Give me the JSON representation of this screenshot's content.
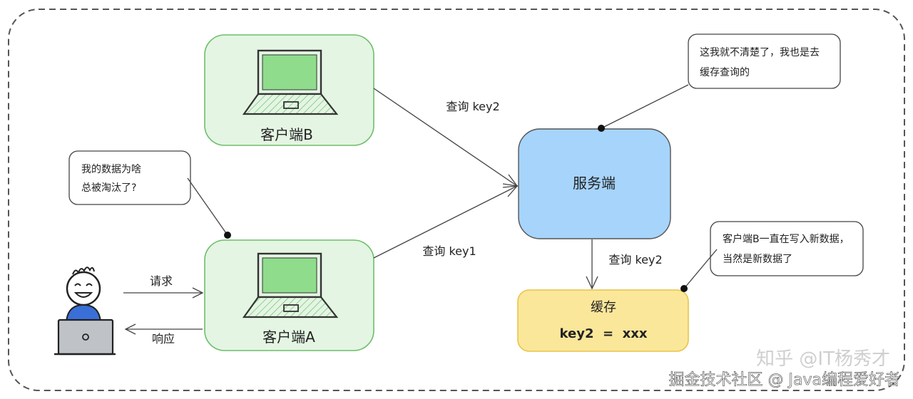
{
  "clients": {
    "b": {
      "label": "客户端B"
    },
    "a": {
      "label": "客户端A"
    }
  },
  "server": {
    "label": "服务端"
  },
  "cache": {
    "title": "缓存",
    "content": "key2  =  xxx"
  },
  "edges": {
    "b_to_server": "查询 key2",
    "a_to_server": "查询 key1",
    "server_to_cache": "查询 key2",
    "user_to_a": "请求",
    "a_to_user": "响应"
  },
  "bubbles": {
    "user": [
      "我的数据为啥",
      "总被淘汰了?"
    ],
    "server": [
      "这我就不清楚了，我也是去",
      "缓存查询的"
    ],
    "cache": [
      "客户端B一直在写入新数据，",
      "当然是新数据了"
    ]
  },
  "watermark": {
    "line1": "知乎 @IT杨秀才",
    "line2": "掘金技术社区 @ Java编程爱好者"
  },
  "colors": {
    "client_fill": "#e4f5e3",
    "client_stroke": "#6cbf6a",
    "server_fill": "#a6d4fb",
    "cache_fill": "#fbe79a",
    "cache_stroke": "#e8c44a",
    "user_shirt": "#3a6fd8"
  }
}
